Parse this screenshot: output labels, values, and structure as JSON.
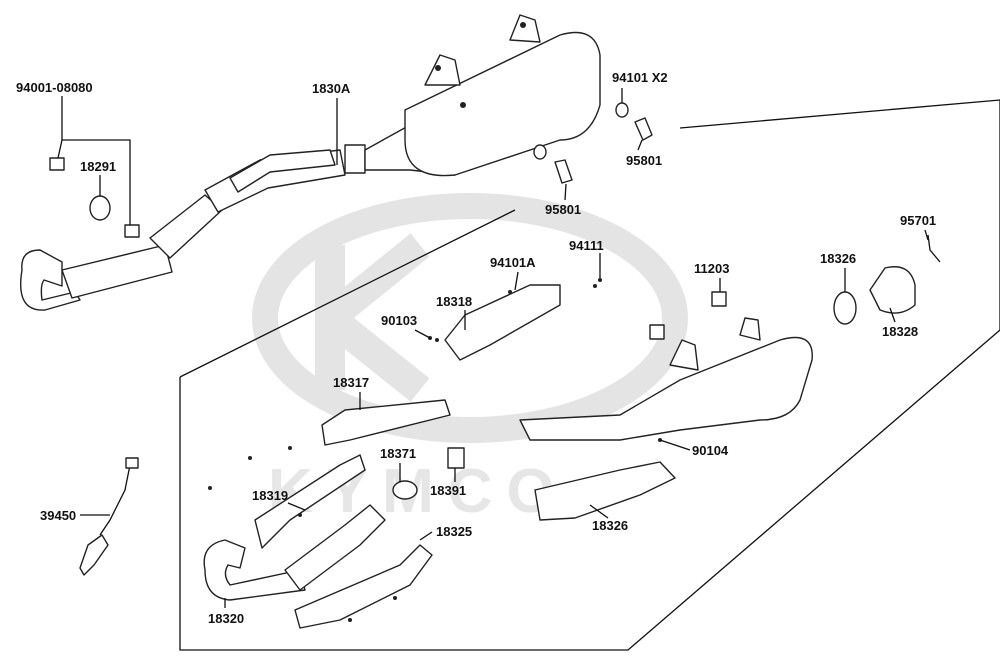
{
  "diagram": {
    "watermark": {
      "brand": "KYMCO"
    },
    "colors": {
      "ink": "#111111",
      "watermark": "#e4e4e4",
      "background": "#ffffff"
    },
    "labels": {
      "p94001": "94001-08080",
      "p1830A": "1830A",
      "p18291": "18291",
      "p94101x2": "94101 X2",
      "p95801a": "95801",
      "p95801b": "95801",
      "p94101A": "94101A",
      "p94111": "94111",
      "p11203": "11203",
      "p18326a": "18326",
      "p95701": "95701",
      "p18328": "18328",
      "p18318": "18318",
      "p90103": "90103",
      "p18317": "18317",
      "p90104": "90104",
      "p18371": "18371",
      "p18391": "18391",
      "p39450": "39450",
      "p18319": "18319",
      "p18325": "18325",
      "p18326b": "18326",
      "p18320": "18320"
    }
  }
}
